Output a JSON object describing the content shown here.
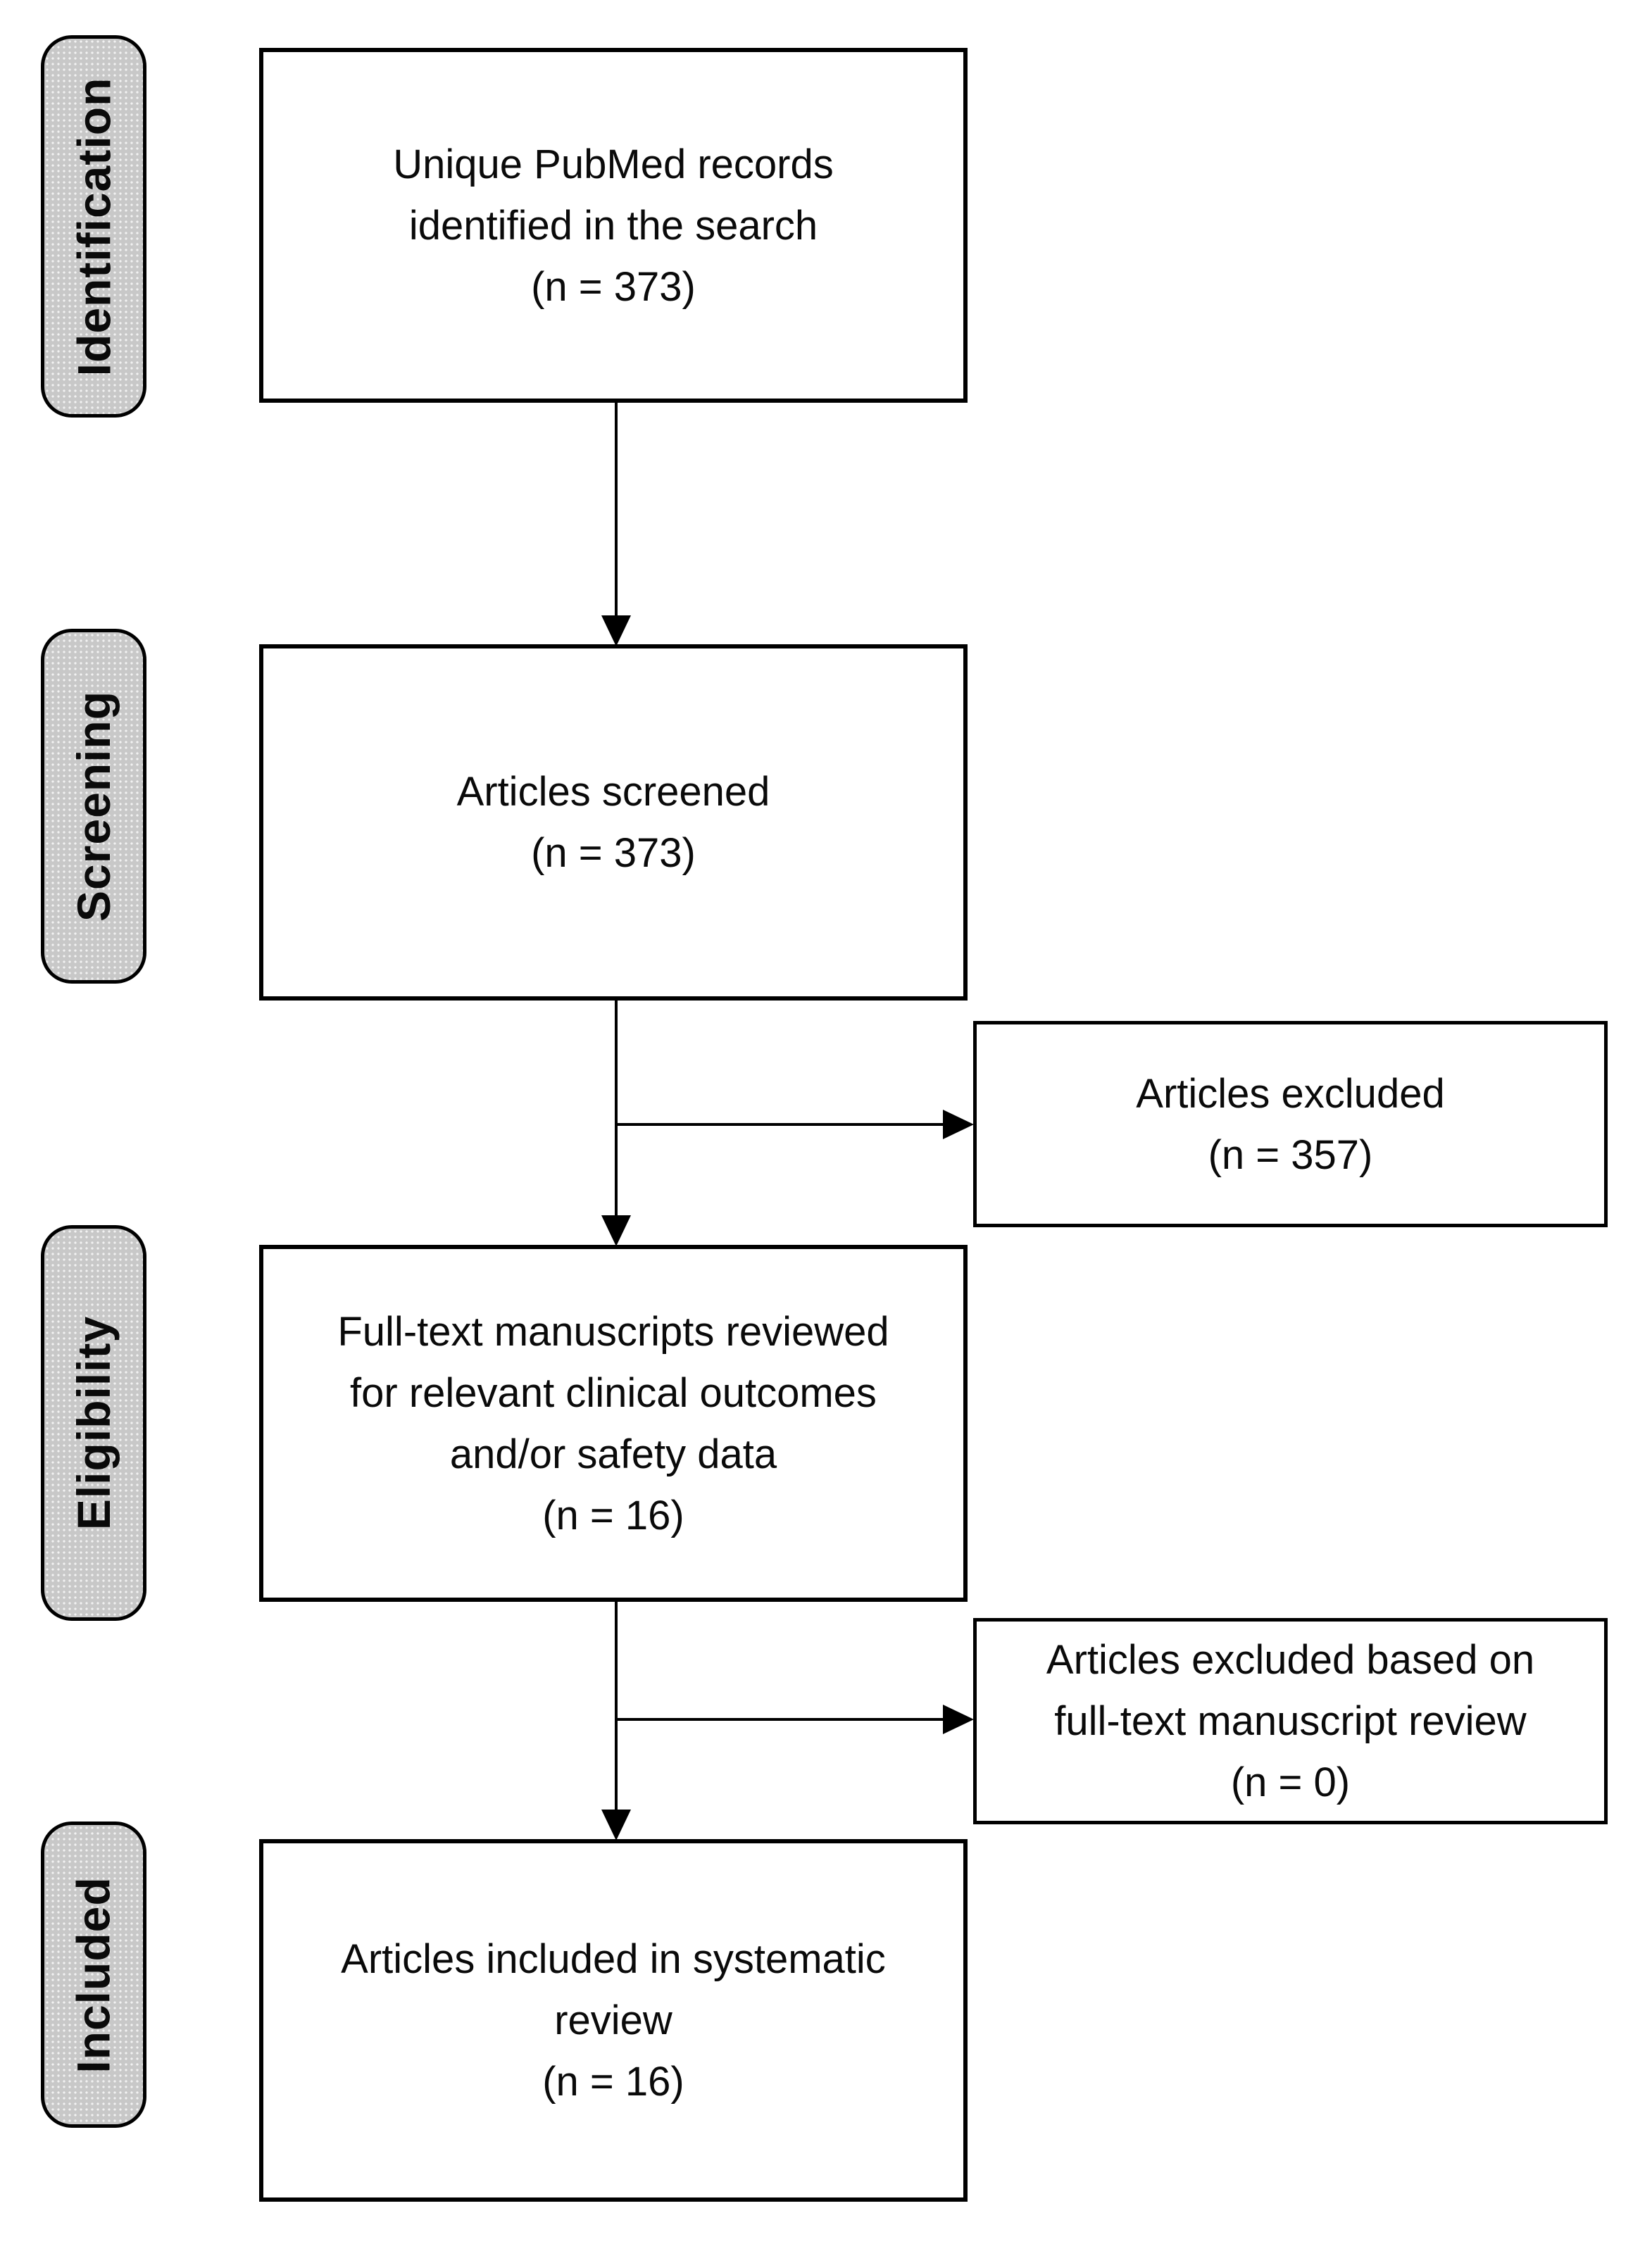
{
  "page": {
    "background": "#ffffff",
    "diagram_type": "systematic-review-flow"
  },
  "colors": {
    "stage_fill": "#c8c8c8",
    "stage_border": "#000000",
    "box_fill": "#ffffff",
    "box_border": "#000000",
    "text": "#000000"
  },
  "sidebar": {
    "stages": [
      {
        "id": "identification",
        "label": "Identification"
      },
      {
        "id": "screening",
        "label": "Screening"
      },
      {
        "id": "eligibility",
        "label": "Eligibility"
      },
      {
        "id": "included",
        "label": "Included"
      }
    ]
  },
  "flow": {
    "identification_box": {
      "text": "Unique PubMed records\nidentified in the search\n(n = 373)",
      "n": 373
    },
    "screening_box": {
      "text": "Articles screened\n(n = 373)",
      "n": 373
    },
    "screening_excluded_box": {
      "text": "Articles excluded\n(n = 357)",
      "n": 357
    },
    "eligibility_box": {
      "text": "Full-text manuscripts reviewed\nfor relevant clinical outcomes\nand/or safety data\n(n = 16)",
      "n": 16
    },
    "eligibility_excluded_box": {
      "text": "Articles excluded based on\nfull-text manuscript review\n(n = 0)",
      "n": 0
    },
    "included_box": {
      "text": "Articles included in systematic\nreview\n(n = 16)",
      "n": 16
    }
  }
}
